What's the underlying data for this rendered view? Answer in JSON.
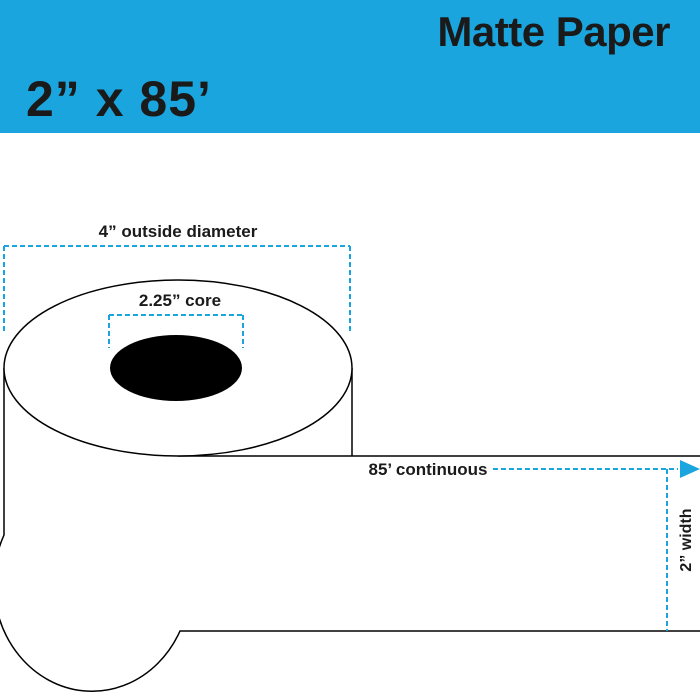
{
  "header": {
    "product_title": "Matte Paper",
    "size_title": "2” x 85’"
  },
  "diagram": {
    "outside_diameter_label": "4” outside diameter",
    "core_label": "2.25” core",
    "length_label": "85’ continuous",
    "width_label": "2” width"
  },
  "colors": {
    "header_bg": "#1aa5df",
    "dimension_line": "#1aa5df",
    "outline": "#000000",
    "core_fill": "#000000"
  }
}
